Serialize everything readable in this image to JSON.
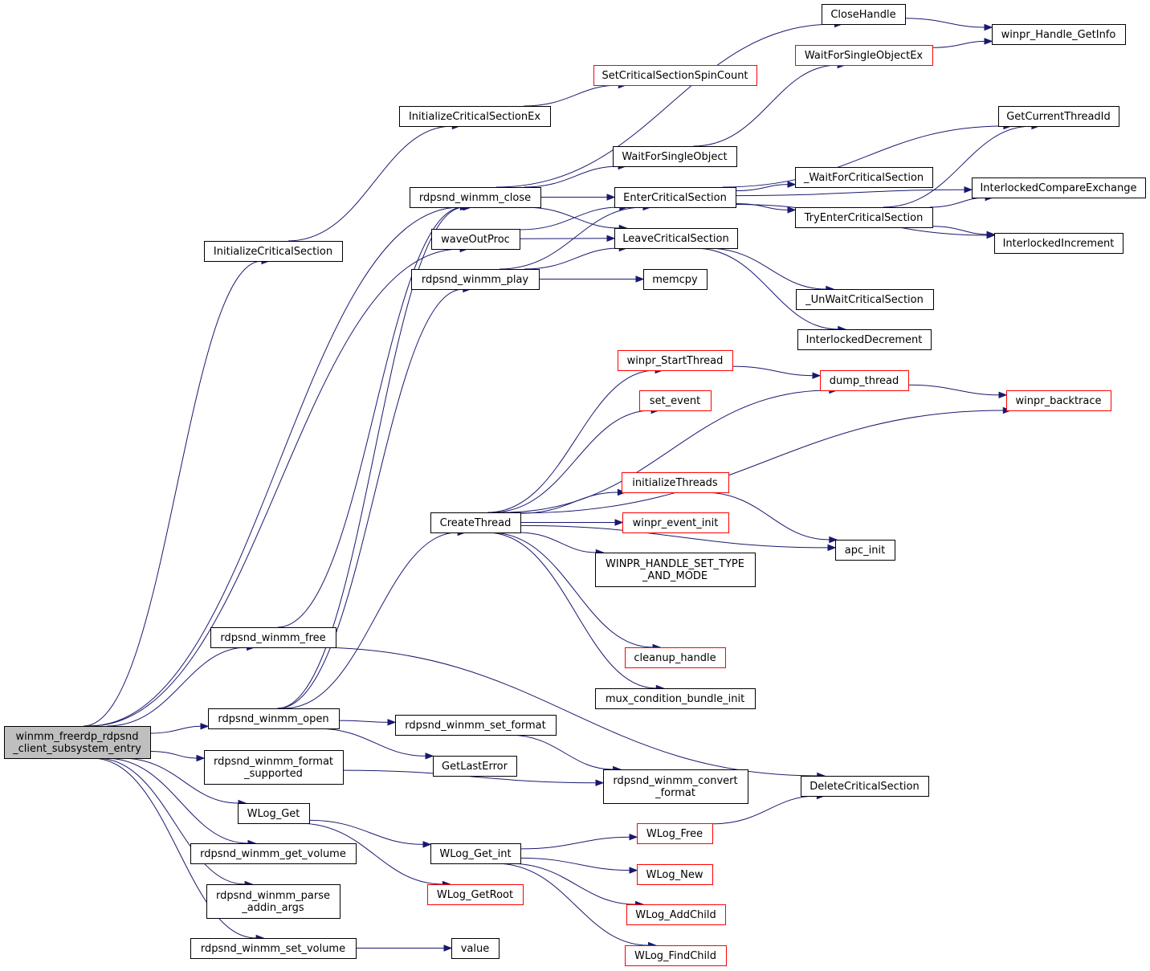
{
  "colors": {
    "edge": "#191970",
    "border_default": "#000000",
    "border_truncated": "#ff0000",
    "root_fill": "#bfbfbf",
    "node_fill": "#ffffff"
  },
  "nodes": [
    {
      "id": "root",
      "lines": [
        "winmm_freerdp_rdpsnd",
        "_client_subsystem_entry"
      ],
      "style": "root"
    },
    {
      "id": "initCS",
      "lines": [
        "InitializeCriticalSection"
      ],
      "style": "default"
    },
    {
      "id": "initCSEx",
      "lines": [
        "InitializeCriticalSectionEx"
      ],
      "style": "default"
    },
    {
      "id": "setSpin",
      "lines": [
        "SetCriticalSectionSpinCount"
      ],
      "style": "truncated"
    },
    {
      "id": "closeHandle",
      "lines": [
        "CloseHandle"
      ],
      "style": "default"
    },
    {
      "id": "handleGetInfo",
      "lines": [
        "winpr_Handle_GetInfo"
      ],
      "style": "default"
    },
    {
      "id": "waitSingleEx",
      "lines": [
        "WaitForSingleObjectEx"
      ],
      "style": "truncated"
    },
    {
      "id": "waitSingle",
      "lines": [
        "WaitForSingleObject"
      ],
      "style": "default"
    },
    {
      "id": "getThreadId",
      "lines": [
        "GetCurrentThreadId"
      ],
      "style": "default"
    },
    {
      "id": "waitCS",
      "lines": [
        "_WaitForCriticalSection"
      ],
      "style": "default"
    },
    {
      "id": "cmpXchg",
      "lines": [
        "InterlockedCompareExchange"
      ],
      "style": "default"
    },
    {
      "id": "winmmClose",
      "lines": [
        "rdpsnd_winmm_close"
      ],
      "style": "default"
    },
    {
      "id": "enterCS",
      "lines": [
        "EnterCriticalSection"
      ],
      "style": "default"
    },
    {
      "id": "tryEnterCS",
      "lines": [
        "TryEnterCriticalSection"
      ],
      "style": "default"
    },
    {
      "id": "waveOutProc",
      "lines": [
        "waveOutProc"
      ],
      "style": "default"
    },
    {
      "id": "leaveCS",
      "lines": [
        "LeaveCriticalSection"
      ],
      "style": "default"
    },
    {
      "id": "interInc",
      "lines": [
        "InterlockedIncrement"
      ],
      "style": "default"
    },
    {
      "id": "winmmPlay",
      "lines": [
        "rdpsnd_winmm_play"
      ],
      "style": "default"
    },
    {
      "id": "memcpy",
      "lines": [
        "memcpy"
      ],
      "style": "default"
    },
    {
      "id": "unwaitCS",
      "lines": [
        "_UnWaitCriticalSection"
      ],
      "style": "default"
    },
    {
      "id": "interDec",
      "lines": [
        "InterlockedDecrement"
      ],
      "style": "default"
    },
    {
      "id": "startThread",
      "lines": [
        "winpr_StartThread"
      ],
      "style": "truncated"
    },
    {
      "id": "dumpThread",
      "lines": [
        "dump_thread"
      ],
      "style": "truncated"
    },
    {
      "id": "backtrace",
      "lines": [
        "winpr_backtrace"
      ],
      "style": "truncated"
    },
    {
      "id": "setEvent",
      "lines": [
        "set_event"
      ],
      "style": "truncated"
    },
    {
      "id": "initThreads",
      "lines": [
        "initializeThreads"
      ],
      "style": "truncated"
    },
    {
      "id": "createThread",
      "lines": [
        "CreateThread"
      ],
      "style": "default"
    },
    {
      "id": "eventInit",
      "lines": [
        "winpr_event_init"
      ],
      "style": "truncated"
    },
    {
      "id": "apcInit",
      "lines": [
        "apc_init"
      ],
      "style": "default"
    },
    {
      "id": "setTypeMode",
      "lines": [
        "WINPR_HANDLE_SET_TYPE",
        "_AND_MODE"
      ],
      "style": "default"
    },
    {
      "id": "winmmFree",
      "lines": [
        "rdpsnd_winmm_free"
      ],
      "style": "default"
    },
    {
      "id": "cleanupHandle",
      "lines": [
        "cleanup_handle"
      ],
      "style": "truncated"
    },
    {
      "id": "muxInit",
      "lines": [
        "mux_condition_bundle_init"
      ],
      "style": "default"
    },
    {
      "id": "winmmOpen",
      "lines": [
        "rdpsnd_winmm_open"
      ],
      "style": "default"
    },
    {
      "id": "setFormat",
      "lines": [
        "rdpsnd_winmm_set_format"
      ],
      "style": "default"
    },
    {
      "id": "getLastError",
      "lines": [
        "GetLastError"
      ],
      "style": "default"
    },
    {
      "id": "formatSupported",
      "lines": [
        "rdpsnd_winmm_format",
        "_supported"
      ],
      "style": "default"
    },
    {
      "id": "convertFormat",
      "lines": [
        "rdpsnd_winmm_convert",
        "_format"
      ],
      "style": "default"
    },
    {
      "id": "deleteCS",
      "lines": [
        "DeleteCriticalSection"
      ],
      "style": "default"
    },
    {
      "id": "wlogGet",
      "lines": [
        "WLog_Get"
      ],
      "style": "default"
    },
    {
      "id": "wlogFree",
      "lines": [
        "WLog_Free"
      ],
      "style": "truncated"
    },
    {
      "id": "getVolume",
      "lines": [
        "rdpsnd_winmm_get_volume"
      ],
      "style": "default"
    },
    {
      "id": "wlogGetInt",
      "lines": [
        "WLog_Get_int"
      ],
      "style": "default"
    },
    {
      "id": "wlogNew",
      "lines": [
        "WLog_New"
      ],
      "style": "truncated"
    },
    {
      "id": "parseArgs",
      "lines": [
        "rdpsnd_winmm_parse",
        "_addin_args"
      ],
      "style": "default"
    },
    {
      "id": "wlogGetRoot",
      "lines": [
        "WLog_GetRoot"
      ],
      "style": "truncated"
    },
    {
      "id": "wlogAddChild",
      "lines": [
        "WLog_AddChild"
      ],
      "style": "truncated"
    },
    {
      "id": "setVolume",
      "lines": [
        "rdpsnd_winmm_set_volume"
      ],
      "style": "default"
    },
    {
      "id": "value",
      "lines": [
        "value"
      ],
      "style": "default"
    },
    {
      "id": "wlogFindChild",
      "lines": [
        "WLog_FindChild"
      ],
      "style": "truncated"
    }
  ],
  "edges": [
    [
      "root",
      "initCS"
    ],
    [
      "root",
      "winmmClose"
    ],
    [
      "root",
      "winmmFree"
    ],
    [
      "root",
      "waveOutProc"
    ],
    [
      "root",
      "winmmOpen"
    ],
    [
      "root",
      "formatSupported"
    ],
    [
      "root",
      "wlogGet"
    ],
    [
      "root",
      "getVolume"
    ],
    [
      "root",
      "parseArgs"
    ],
    [
      "root",
      "setVolume"
    ],
    [
      "initCS",
      "initCSEx"
    ],
    [
      "initCSEx",
      "setSpin"
    ],
    [
      "winmmClose",
      "closeHandle"
    ],
    [
      "winmmClose",
      "waitSingle"
    ],
    [
      "winmmClose",
      "enterCS"
    ],
    [
      "winmmClose",
      "leaveCS"
    ],
    [
      "closeHandle",
      "handleGetInfo"
    ],
    [
      "waitSingleEx",
      "handleGetInfo"
    ],
    [
      "waitSingle",
      "waitSingleEx"
    ],
    [
      "enterCS",
      "getThreadId"
    ],
    [
      "enterCS",
      "cmpXchg"
    ],
    [
      "enterCS",
      "waitCS"
    ],
    [
      "enterCS",
      "tryEnterCS"
    ],
    [
      "enterCS",
      "interInc"
    ],
    [
      "tryEnterCS",
      "getThreadId"
    ],
    [
      "tryEnterCS",
      "cmpXchg"
    ],
    [
      "tryEnterCS",
      "interInc"
    ],
    [
      "waveOutProc",
      "enterCS"
    ],
    [
      "waveOutProc",
      "leaveCS"
    ],
    [
      "leaveCS",
      "unwaitCS"
    ],
    [
      "leaveCS",
      "interDec"
    ],
    [
      "winmmPlay",
      "enterCS"
    ],
    [
      "winmmPlay",
      "leaveCS"
    ],
    [
      "winmmPlay",
      "memcpy"
    ],
    [
      "winmmFree",
      "winmmClose"
    ],
    [
      "winmmFree",
      "deleteCS"
    ],
    [
      "winmmOpen",
      "winmmClose"
    ],
    [
      "winmmOpen",
      "winmmPlay"
    ],
    [
      "winmmOpen",
      "createThread"
    ],
    [
      "winmmOpen",
      "setFormat"
    ],
    [
      "winmmOpen",
      "getLastError"
    ],
    [
      "createThread",
      "startThread"
    ],
    [
      "createThread",
      "dumpThread"
    ],
    [
      "createThread",
      "setEvent"
    ],
    [
      "createThread",
      "backtrace"
    ],
    [
      "createThread",
      "initThreads"
    ],
    [
      "createThread",
      "eventInit"
    ],
    [
      "createThread",
      "setTypeMode"
    ],
    [
      "createThread",
      "apcInit"
    ],
    [
      "createThread",
      "cleanupHandle"
    ],
    [
      "createThread",
      "muxInit"
    ],
    [
      "startThread",
      "dumpThread"
    ],
    [
      "dumpThread",
      "backtrace"
    ],
    [
      "initThreads",
      "apcInit"
    ],
    [
      "setFormat",
      "convertFormat"
    ],
    [
      "formatSupported",
      "convertFormat"
    ],
    [
      "wlogGet",
      "wlogGetInt"
    ],
    [
      "wlogGet",
      "wlogGetRoot"
    ],
    [
      "wlogGetInt",
      "wlogFree"
    ],
    [
      "wlogGetInt",
      "wlogNew"
    ],
    [
      "wlogGetInt",
      "wlogAddChild"
    ],
    [
      "wlogGetInt",
      "wlogFindChild"
    ],
    [
      "wlogFree",
      "deleteCS"
    ],
    [
      "setVolume",
      "value"
    ]
  ]
}
